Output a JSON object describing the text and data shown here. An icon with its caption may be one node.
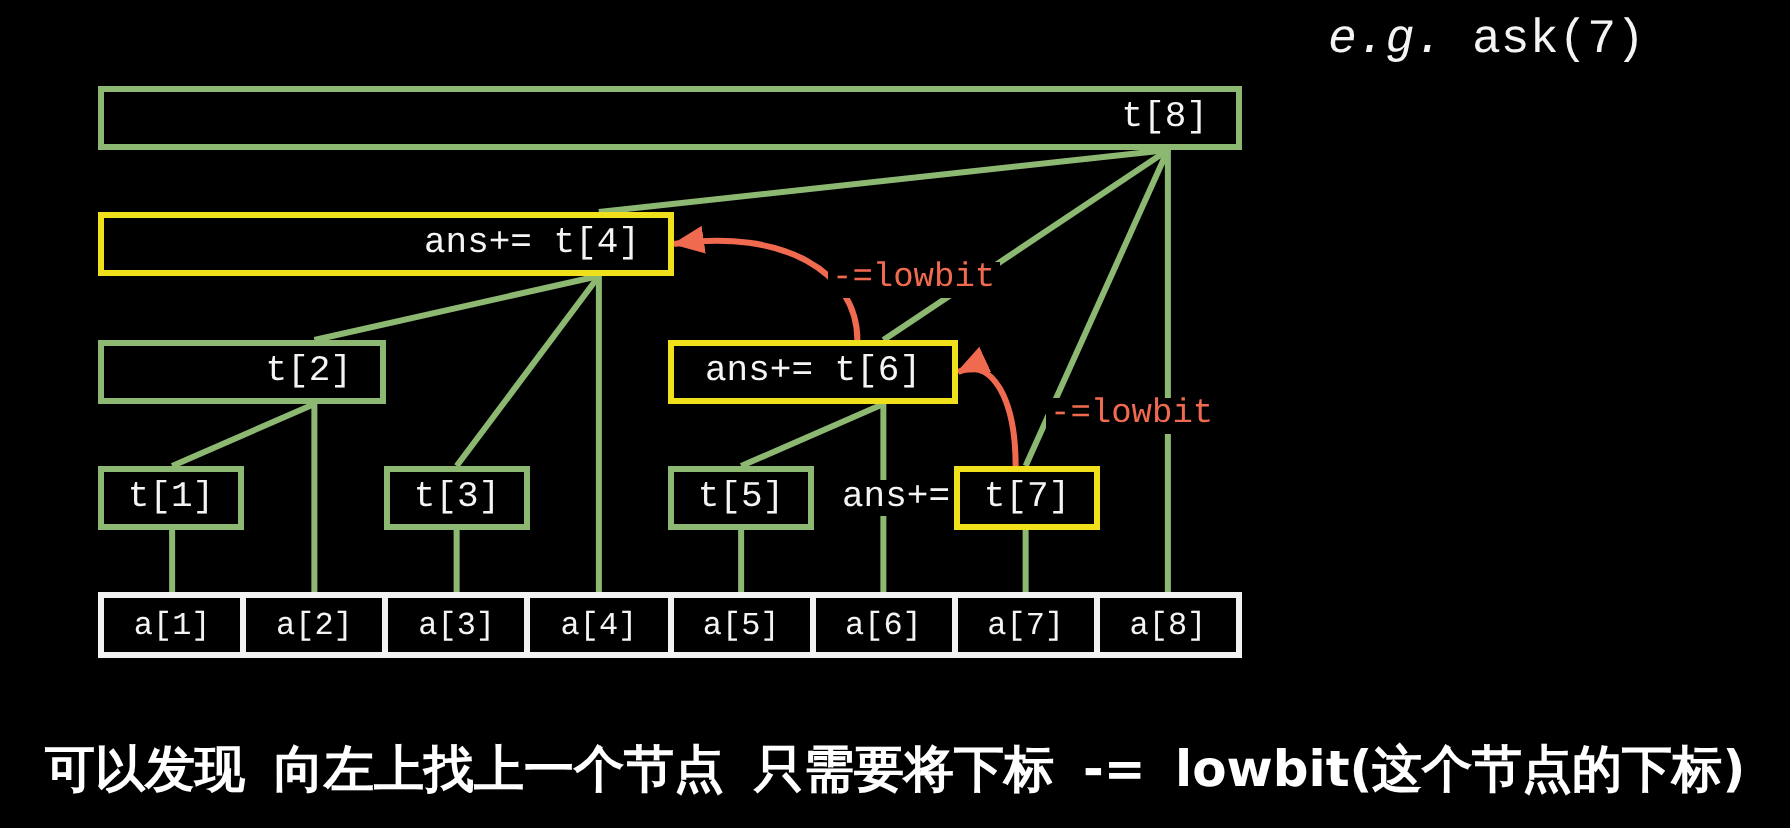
{
  "diagram": {
    "title": "*e.g.* ask(7)",
    "caption": "可以发现 向左上找上一个节点 只需要将下标 -= lowbit(这个节点的下标)",
    "nodes": [
      {
        "text": [
          "t[8]"
        ]
      },
      {
        "text": [
          "ans+= t[4]"
        ]
      },
      {
        "text": [
          "t[2]"
        ]
      },
      {
        "text": [
          "ans+= t[6]"
        ]
      },
      {
        "text": [
          "t[1]"
        ]
      },
      {
        "text": [
          "t[3]"
        ]
      },
      {
        "text": [
          "t[5]"
        ]
      },
      {
        "text": [
          "t[7]"
        ],
        "beside": [
          "ans+="
        ]
      },
      {
        "text": [
          "a[1]"
        ]
      },
      {
        "text": [
          "a[2]"
        ]
      },
      {
        "text": [
          "a[3]"
        ]
      },
      {
        "text": [
          "a[4]"
        ]
      },
      {
        "text": [
          "a[5]"
        ]
      },
      {
        "text": [
          "a[6]"
        ]
      },
      {
        "text": [
          "a[7]"
        ]
      },
      {
        "text": [
          "a[8]"
        ]
      }
    ],
    "edges": [
      {
        "from": 0,
        "to": 1,
        "arrow": "none"
      },
      {
        "from": 0,
        "to": 3,
        "arrow": "none"
      },
      {
        "from": 0,
        "to": 7,
        "arrow": "none"
      },
      {
        "from": 0,
        "to": 15,
        "arrow": "none"
      },
      {
        "from": 1,
        "to": 2,
        "arrow": "none"
      },
      {
        "from": 1,
        "to": 5,
        "arrow": "none"
      },
      {
        "from": 1,
        "to": 11,
        "arrow": "none"
      },
      {
        "from": 2,
        "to": 4,
        "arrow": "none"
      },
      {
        "from": 2,
        "to": 9,
        "arrow": "none"
      },
      {
        "from": 4,
        "to": 8,
        "arrow": "none"
      },
      {
        "from": 5,
        "to": 10,
        "arrow": "none"
      },
      {
        "from": 3,
        "to": 6,
        "arrow": "none"
      },
      {
        "from": 3,
        "to": 13,
        "arrow": "none"
      },
      {
        "from": 6,
        "to": 12,
        "arrow": "none"
      },
      {
        "from": 7,
        "to": 14,
        "arrow": "none"
      },
      {
        "from": 7,
        "to": 3,
        "arrow": "to",
        "label": "-=lowbit",
        "color": "#f06a50"
      },
      {
        "from": 3,
        "to": 1,
        "arrow": "to",
        "label": "-=lowbit",
        "color": "#f06a50"
      }
    ]
  }
}
